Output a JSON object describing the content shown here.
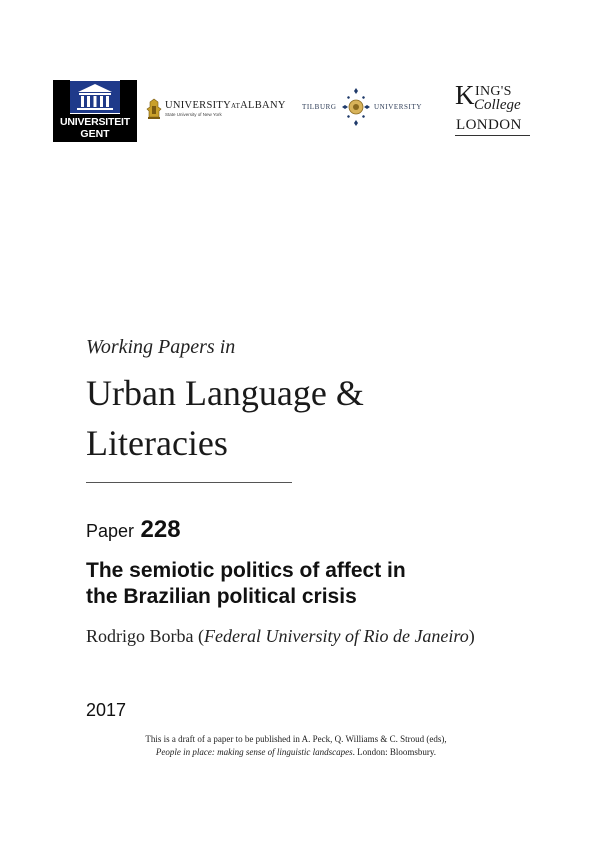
{
  "logos": {
    "ghent": {
      "line1": "UNIVERSITEIT",
      "line2": "GENT"
    },
    "albany": {
      "name_main": "UNIVERSITY",
      "name_at": "AT",
      "name_end": "ALBANY",
      "sub": "State University of New York"
    },
    "tilburg": {
      "left": "TILBURG",
      "right": "UNIVERSITY"
    },
    "kings": {
      "k": "K",
      "ings": "ING'S",
      "college": "College",
      "london": "LONDON"
    }
  },
  "series": "Working Papers in",
  "title_line1": "Urban Language &",
  "title_line2": "Literacies",
  "paper": {
    "label": "Paper",
    "number": "228"
  },
  "subtitle_line1": "The semiotic politics of affect in",
  "subtitle_line2": "the Brazilian political crisis",
  "author": {
    "name": "Rodrigo Borba",
    "open": " (",
    "affiliation": "Federal University of Rio de Janeiro",
    "close": ")"
  },
  "year": "2017",
  "note": {
    "line1": "This is a draft of a paper to be published in A. Peck, Q. Williams & C. Stroud (eds),",
    "book": "People in place: making sense of linguistic landscapes",
    "rest": ". London: Bloomsbury."
  }
}
